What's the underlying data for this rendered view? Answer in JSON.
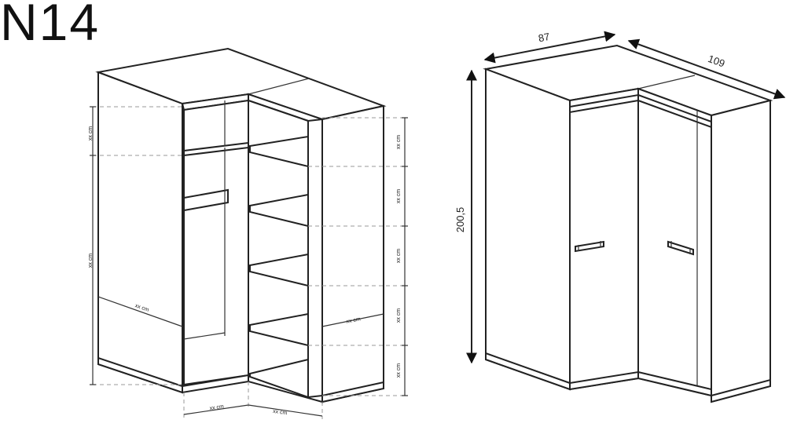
{
  "title": "N14",
  "left_view": {
    "dimension_label": "xx cm"
  },
  "right_view": {
    "dim_depth_left": "87",
    "dim_depth_right": "109",
    "dim_height": "200,5"
  }
}
